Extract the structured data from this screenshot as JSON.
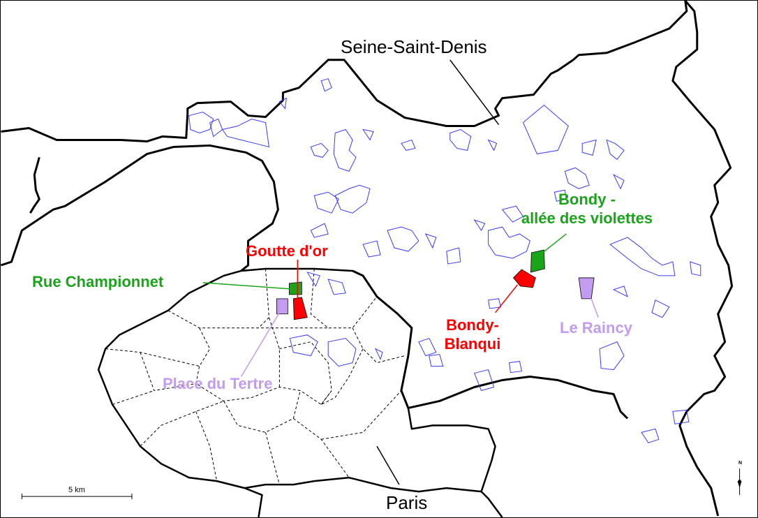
{
  "map": {
    "regions": {
      "seine_saint_denis": "Seine-Saint-Denis",
      "paris": "Paris"
    },
    "sites": {
      "goutte_dor": {
        "label": "Goutte d'or",
        "color": "#ff0000"
      },
      "rue_championnet": {
        "label": "Rue Championnet",
        "color": "#1aa41a"
      },
      "place_du_tertre": {
        "label": "Place du Tertre",
        "color": "#c39bf0"
      },
      "bondy_allee_line1": "Bondy -",
      "bondy_allee_line2": "allée des violettes",
      "bondy_blanqui_line1": "Bondy-",
      "bondy_blanqui_line2": "Blanqui",
      "le_raincy": {
        "label": "Le Raincy",
        "color": "#c39bf0"
      }
    },
    "scale_bar": {
      "label": "5 km"
    },
    "north_arrow": {
      "label": "N"
    },
    "colors": {
      "boundary": "#000000",
      "urban_patches": "#3a3aff",
      "red_site": "#ff0000",
      "green_site": "#1aa41a",
      "purple_site": "#c39bf0"
    }
  }
}
